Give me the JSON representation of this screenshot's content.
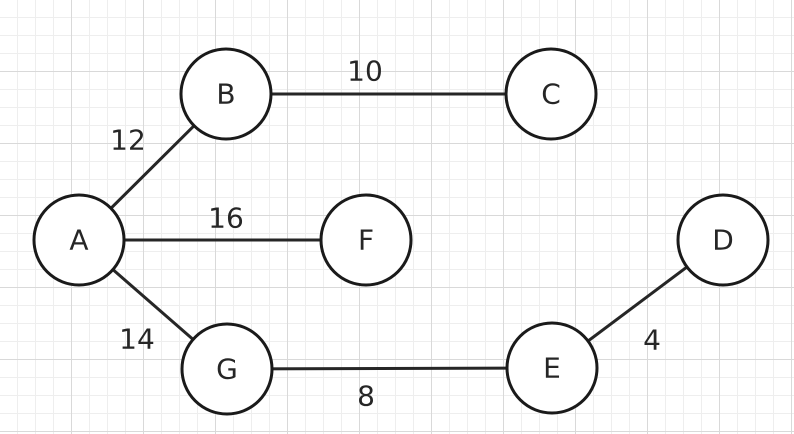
{
  "graph": {
    "nodes": [
      {
        "id": "A",
        "label": "A"
      },
      {
        "id": "B",
        "label": "B"
      },
      {
        "id": "C",
        "label": "C"
      },
      {
        "id": "F",
        "label": "F"
      },
      {
        "id": "D",
        "label": "D"
      },
      {
        "id": "G",
        "label": "G"
      },
      {
        "id": "E",
        "label": "E"
      }
    ],
    "edges": [
      {
        "from": "A",
        "to": "B",
        "weight": "12"
      },
      {
        "from": "B",
        "to": "C",
        "weight": "10"
      },
      {
        "from": "A",
        "to": "F",
        "weight": "16"
      },
      {
        "from": "A",
        "to": "G",
        "weight": "14"
      },
      {
        "from": "G",
        "to": "E",
        "weight": "8"
      },
      {
        "from": "E",
        "to": "D",
        "weight": "4"
      }
    ]
  }
}
